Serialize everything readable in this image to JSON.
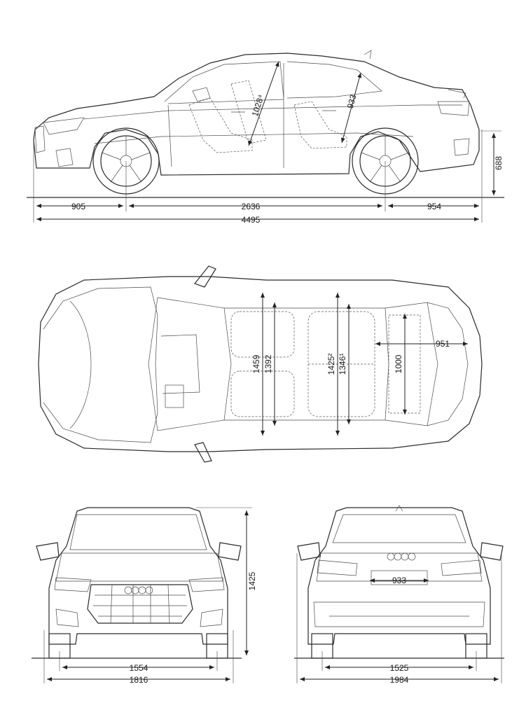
{
  "side_view": {
    "front_overhang": "905",
    "wheelbase": "2636",
    "rear_overhang": "954",
    "length": "4495",
    "rear_height": "688",
    "front_headroom": "1028⁴",
    "rear_headroom": "933"
  },
  "top_view": {
    "front_shoulder_width": "1459",
    "front_elbow_width": "1392",
    "rear_shoulder_width": "1425²",
    "rear_elbow_width": "1346¹",
    "trunk_length": "951",
    "trunk_width": "1000"
  },
  "front_view": {
    "front_track": "1554",
    "width": "1816",
    "height": "1425"
  },
  "rear_view": {
    "rear_track": "1525",
    "width_with_mirrors": "1984",
    "trunk_opening_width": "933"
  }
}
